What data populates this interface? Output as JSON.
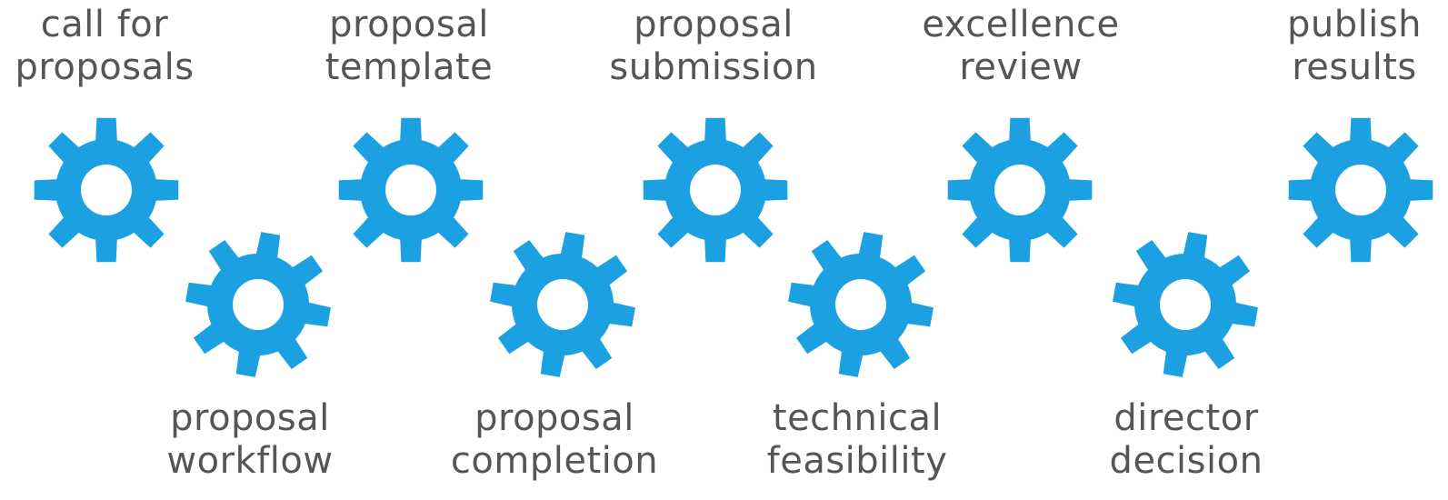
{
  "colors": {
    "gear": "#1ba1e2",
    "text": "#555555"
  },
  "icon": "gear-icon",
  "steps": [
    {
      "line1": "call for",
      "line2": "proposals"
    },
    {
      "line1": "proposal",
      "line2": "workflow"
    },
    {
      "line1": "proposal",
      "line2": "template"
    },
    {
      "line1": "proposal",
      "line2": "completion"
    },
    {
      "line1": "proposal",
      "line2": "submission"
    },
    {
      "line1": "technical",
      "line2": "feasibility"
    },
    {
      "line1": "excellence",
      "line2": "review"
    },
    {
      "line1": "director",
      "line2": "decision"
    },
    {
      "line1": "publish",
      "line2": "results"
    }
  ]
}
